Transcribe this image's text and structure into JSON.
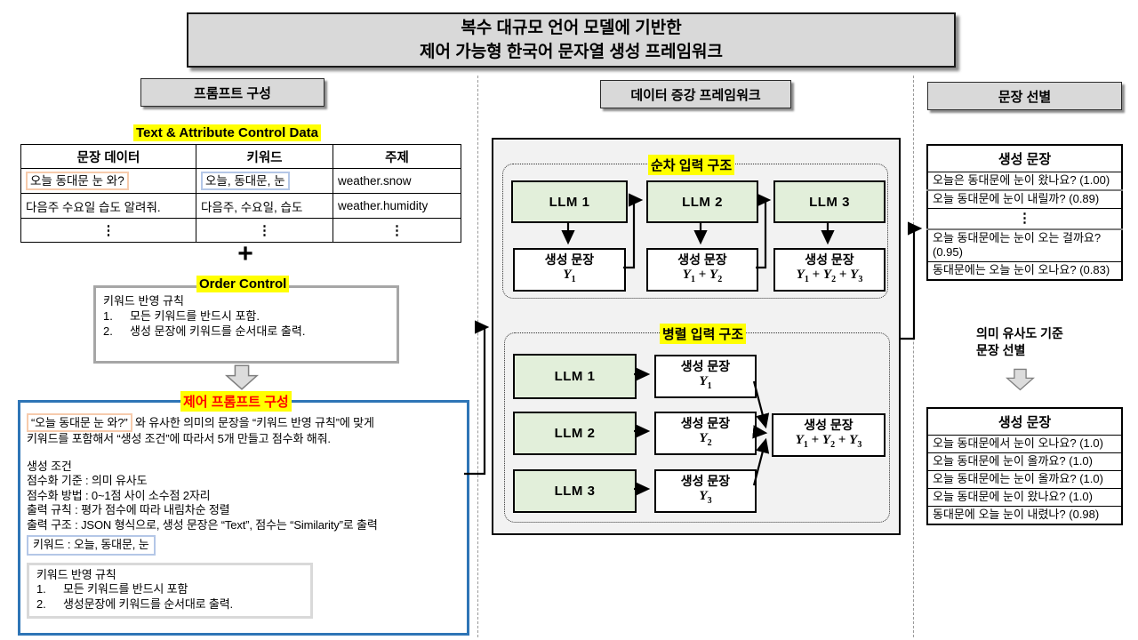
{
  "title": {
    "line1": "복수 대규모 언어 모델에 기반한",
    "line2": "제어 가능형 한국어 문자열 생성 프레임워크"
  },
  "colors": {
    "highlight_yellow": "#ffff00",
    "prompt_label_red": "#ff0000",
    "llm_green": "#e2efda",
    "panel_gray": "#d9d9d9",
    "prompt_border_blue": "#2e75b6",
    "sentence_border_orange": "#f7cbac",
    "keyword_border_blue": "#b4c7e7"
  },
  "left": {
    "header": "프롬프트 구성",
    "data_label": "Text & Attribute Control Data",
    "table": {
      "headers": [
        "문장 데이터",
        "키워드",
        "주제"
      ],
      "rows": [
        {
          "sentence": "오늘 동대문 눈 와?",
          "keywords": "오늘, 동대문, 눈",
          "topic": "weather.snow"
        },
        {
          "sentence": "다음주 수요일 습도 알려줘.",
          "keywords": "다음주, 수요일, 습도",
          "topic": "weather.humidity"
        }
      ],
      "ellipsis": "⋮"
    },
    "plus": "+",
    "order_control": {
      "label": "Order Control",
      "rules_title": "키워드 반영 규칙",
      "rule1_num": "1.",
      "rule1": "모든 키워드를 반드시 포함.",
      "rule2_num": "2.",
      "rule2": "생성 문장에 키워드를 순서대로 출력."
    },
    "prompt": {
      "label": "제어 프롬프트 구성",
      "quoted_sentence": "“오늘 동대문 눈 와?”",
      "line1_rest": " 와 유사한 의미의 문장을 “키워드 반영 규칙”에 맞게",
      "line2": "키워드를 포함해서 “생성 조건”에 따라서 5개 만들고 점수화 해줘.",
      "conditions_title": "생성 조건",
      "conditions": [
        "점수화 기준 : 의미 유사도",
        "점수화 방법 : 0~1점 사이 소수점 2자리",
        "출력 규칙 : 평가 점수에 따라 내림차순 정렬",
        "출력 구조 : JSON 형식으로, 생성 문장은 “Text”, 점수는 “Similarity”로 출력"
      ],
      "keywords_line": "키워드 : 오늘, 동대문, 눈",
      "rules_title": "키워드 반영 규칙",
      "rule1_num": "1.",
      "rule1": "모든 키워드를 반드시 포함",
      "rule2_num": "2.",
      "rule2": "생성문장에 키워드를 순서대로 출력."
    }
  },
  "middle": {
    "header": "데이터 증강 프레임워크",
    "gen_label": "생성 문장",
    "sequential": {
      "label": "순차 입력 구조",
      "llm1": "LLM 1",
      "llm2": "LLM 2",
      "llm3": "LLM 3",
      "out1": "Y_1",
      "out2": "Y_1 + Y_2",
      "out3": "Y_1 + Y_2 + Y_3"
    },
    "parallel": {
      "label": "병렬 입력 구조",
      "llm1": "LLM 1",
      "llm2": "LLM 2",
      "llm3": "LLM 3",
      "out1": "Y_1",
      "out2": "Y_2",
      "out3": "Y_3",
      "combined": "Y_1 + Y_2 + Y_3"
    }
  },
  "right": {
    "header": "문장 선별",
    "table1": {
      "header": "생성 문장",
      "rows": [
        {
          "text": "오늘은 동대문에 눈이 왔나요?",
          "score": "(1.00)"
        },
        {
          "text": "오늘 동대문에 눈이 내릴까?",
          "score": "(0.89)"
        },
        {
          "text": "오늘 동대문에는 눈이 오는 걸까요?",
          "score": "(0.95)"
        },
        {
          "text": "동대문에는 오늘 눈이 오나요?",
          "score": "(0.83)"
        }
      ],
      "ellipsis": "⋮"
    },
    "selection_label_line1": "의미 유사도 기준",
    "selection_label_line2": "문장 선별",
    "table2": {
      "header": "생성 문장",
      "rows": [
        {
          "text": "오늘 동대문에서 눈이 오나요?",
          "score": "(1.0)"
        },
        {
          "text": "오늘 동대문에 눈이 올까요?",
          "score": "(1.0)"
        },
        {
          "text": "오늘 동대문에는 눈이 올까요?",
          "score": "(1.0)"
        },
        {
          "text": "오늘 동대문에 눈이 왔나요?",
          "score": "(1.0)"
        },
        {
          "text": "동대문에 오늘 눈이 내렸나?",
          "score": "(0.98)"
        }
      ]
    }
  }
}
